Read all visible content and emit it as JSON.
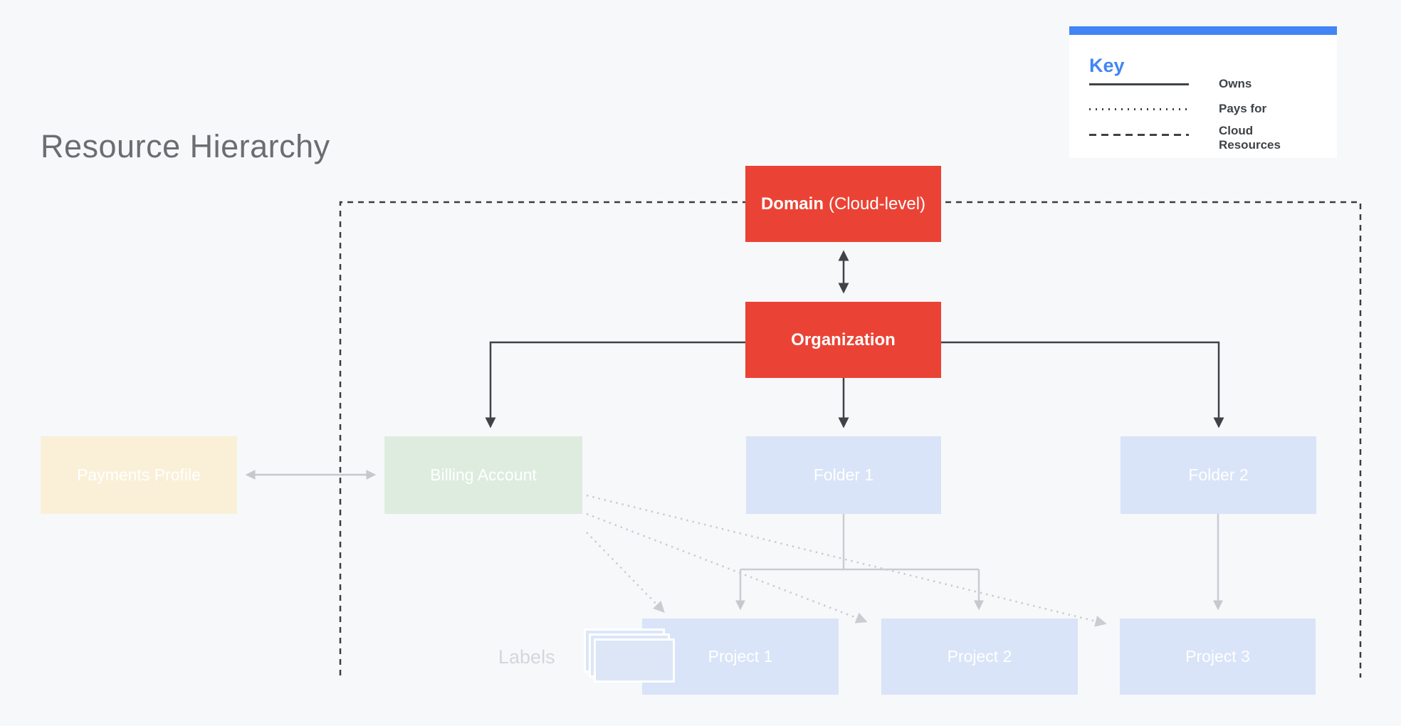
{
  "title": "Resource Hierarchy",
  "legend": {
    "heading": "Key",
    "owns_label": "Owns",
    "pays_for_label": "Pays for",
    "cloud_resources_label": "Cloud Resources"
  },
  "nodes": {
    "domain_bold": "Domain",
    "domain_rest": "(Cloud-level)",
    "organization": "Organization",
    "payments_profile": "Payments Profile",
    "billing_account": "Billing Account",
    "folder1": "Folder 1",
    "folder2": "Folder 2",
    "project1": "Project 1",
    "project2": "Project 2",
    "project3": "Project 3",
    "labels_caption": "Labels"
  },
  "colors": {
    "background": "#f7f8fa",
    "accent_blue": "#4285f4",
    "node_red": "#ea4335",
    "node_blue": "#d9e4f8",
    "node_green": "#ddecdf",
    "node_cream": "#faf0d8",
    "connector_dark": "#3f4347",
    "connector_gray": "#c5c8cc",
    "labels_text": "#d3d6db",
    "title_text": "#6a6e71"
  }
}
